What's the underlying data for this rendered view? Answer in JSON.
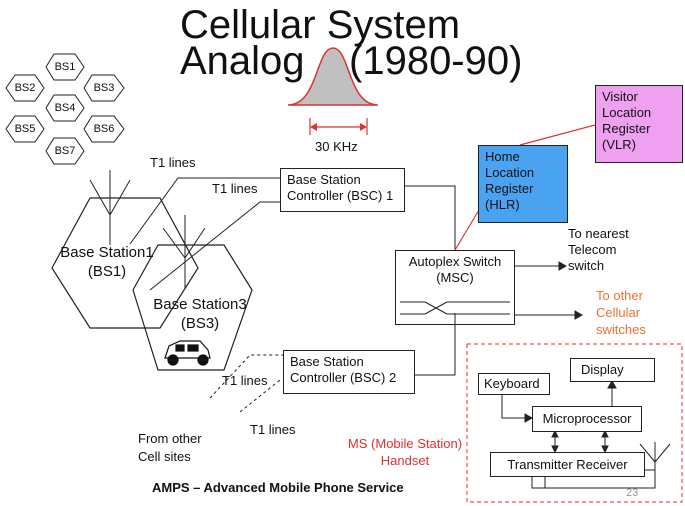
{
  "title": {
    "line1": "Cellular System",
    "line2": "Analog    (1980-90)"
  },
  "bandwidth_label": "30 KHz",
  "cells": [
    "BS1",
    "BS2",
    "BS3",
    "BS4",
    "BS5",
    "BS6",
    "BS7"
  ],
  "base_stations": {
    "bs1_line1": "Base Station1",
    "bs1_line2": "(BS1)",
    "bs3_line1": "Base Station3",
    "bs3_line2": "(BS3)"
  },
  "links": {
    "t1_a": "T1 lines",
    "t1_b": "T1 lines",
    "t1_c": "T1 lines",
    "t1_d": "T1 lines"
  },
  "bsc1": {
    "line1": "Base Station",
    "line2": "Controller (BSC) 1"
  },
  "bsc2": {
    "line1": "Base Station",
    "line2": "Controller (BSC) 2"
  },
  "msc": {
    "line1": "Autoplex Switch",
    "line2": "(MSC)"
  },
  "hlr": {
    "line1": "Home",
    "line2": "Location",
    "line3": "Register",
    "line4": "(HLR)"
  },
  "vlr": {
    "line1": "Visitor",
    "line2": "Location",
    "line3": "Register",
    "line4": "(VLR)"
  },
  "telecom": {
    "line1": "To nearest",
    "line2": "Telecom",
    "line3": "switch"
  },
  "cellular": {
    "line1": "To other",
    "line2": "Cellular",
    "line3": "switches"
  },
  "other_sites": {
    "line1": "From other",
    "line2": "Cell sites"
  },
  "ms": {
    "label_line1": "MS (Mobile Station)",
    "label_line2": "Handset",
    "keyboard": "Keyboard",
    "display": "Display",
    "microprocessor": "Microprocessor",
    "transceiver": "Transmitter Receiver"
  },
  "footer": "AMPS – Advanced Mobile Phone Service",
  "page_number": "23",
  "colors": {
    "hlr_fill": "#4aa3f0",
    "vlr_fill": "#f0a0f0",
    "accent_red": "#e03030",
    "orange_text": "#f07030",
    "bell_fill": "#c0c0c0"
  }
}
